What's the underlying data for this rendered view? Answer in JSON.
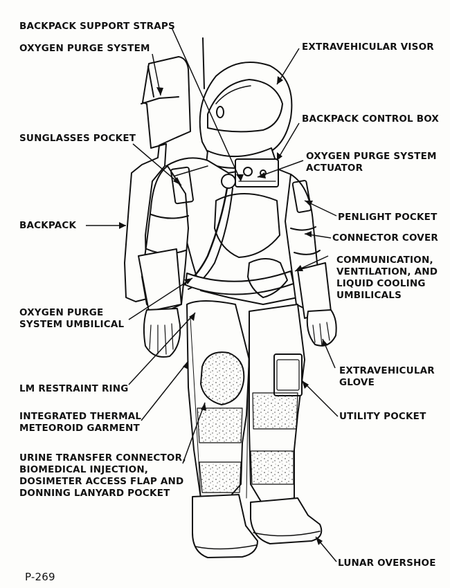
{
  "labels": {
    "backpack_support_straps": "BACKPACK SUPPORT STRAPS",
    "oxygen_purge_system": "OXYGEN PURGE SYSTEM",
    "extravehicular_visor": "EXTRAVEHICULAR VISOR",
    "backpack_control_box": "BACKPACK CONTROL BOX",
    "sunglasses_pocket": "SUNGLASSES POCKET",
    "oxygen_purge_system_actuator": "OXYGEN PURGE SYSTEM\nACTUATOR",
    "penlight_pocket": "PENLIGHT POCKET",
    "backpack": "BACKPACK",
    "connector_cover": "CONNECTOR COVER",
    "umbilicals": "COMMUNICATION,\nVENTILATION, AND\nLIQUID COOLING\nUMBILICALS",
    "oxygen_purge_system_umbilical": "OXYGEN PURGE\nSYSTEM UMBILICAL",
    "extravehicular_glove": "EXTRAVEHICULAR\nGLOVE",
    "lm_restraint_ring": "LM RESTRAINT RING",
    "utility_pocket": "UTILITY POCKET",
    "integrated_thermal_meteoroid_garment": "INTEGRATED THERMAL\nMETEOROID GARMENT",
    "urine_transfer_connector": "URINE TRANSFER CONNECTOR,\nBIOMEDICAL INJECTION,\nDOSIMETER ACCESS FLAP AND\nDONNING LANYARD POCKET",
    "lunar_overshoe": "LUNAR OVERSHOE"
  },
  "page_number": "P-269"
}
